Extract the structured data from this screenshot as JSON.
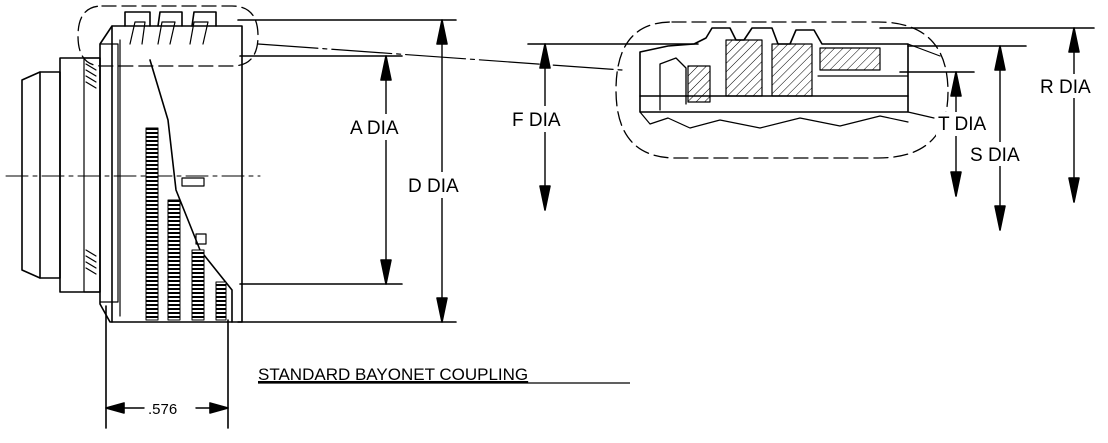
{
  "drawing": {
    "caption": "STANDARD BAYONET COUPLING",
    "labels": {
      "a_dia": "A DIA",
      "d_dia": "D DIA",
      "f_dia": "F DIA",
      "t_dia": "T DIA",
      "s_dia": "S DIA",
      "r_dia": "R DIA"
    },
    "width_dimension": ".576"
  },
  "colors": {
    "ink": "#000000",
    "background": "#ffffff"
  }
}
